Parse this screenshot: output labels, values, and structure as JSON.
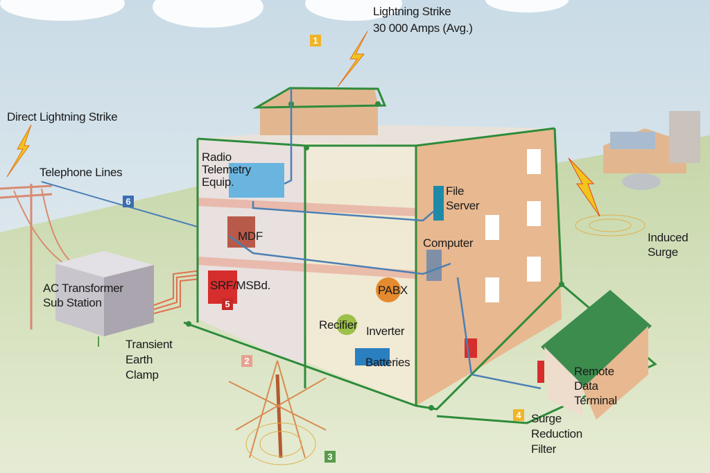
{
  "labels": {
    "lightning_strike": "Lightning Strike",
    "lightning_amps": "30 000 Amps (Avg.)",
    "direct_strike": "Direct Lightning Strike",
    "telephone_lines": "Telephone Lines",
    "radio_1": "Radio",
    "radio_2": "Telemetry",
    "radio_3": "Equip.",
    "mdf": "MDF",
    "file_1": "File",
    "file_2": "Server",
    "computer": "Computer",
    "induced_1": "Induced",
    "induced_2": "Surge",
    "ac_1": "AC Transformer",
    "ac_2": "Sub Station",
    "srf": "SRF/MSBd.",
    "pabx": "PABX",
    "clamp_1": "Transient",
    "clamp_2": "Earth",
    "clamp_3": "Clamp",
    "rectifier": "Recifier",
    "inverter": "Inverter",
    "batteries": "Batteries",
    "remote_1": "Remote",
    "remote_2": "Data",
    "remote_3": "Terminal",
    "filter_1": "Surge",
    "filter_2": "Reduction",
    "filter_3": "Filter"
  },
  "badges": {
    "b1": "1",
    "b2": "2",
    "b3": "3",
    "b4": "4",
    "b5": "5",
    "b6": "6"
  },
  "colors": {
    "earth_line": "#2e8b3a",
    "signal_line": "#4a7fb5",
    "power_line": "#d9534f",
    "badge_yellow": "#f0b429",
    "badge_blue": "#3b6fb0",
    "badge_red": "#c62828",
    "badge_pink": "#e8a090",
    "badge_green": "#5a9a4a"
  }
}
